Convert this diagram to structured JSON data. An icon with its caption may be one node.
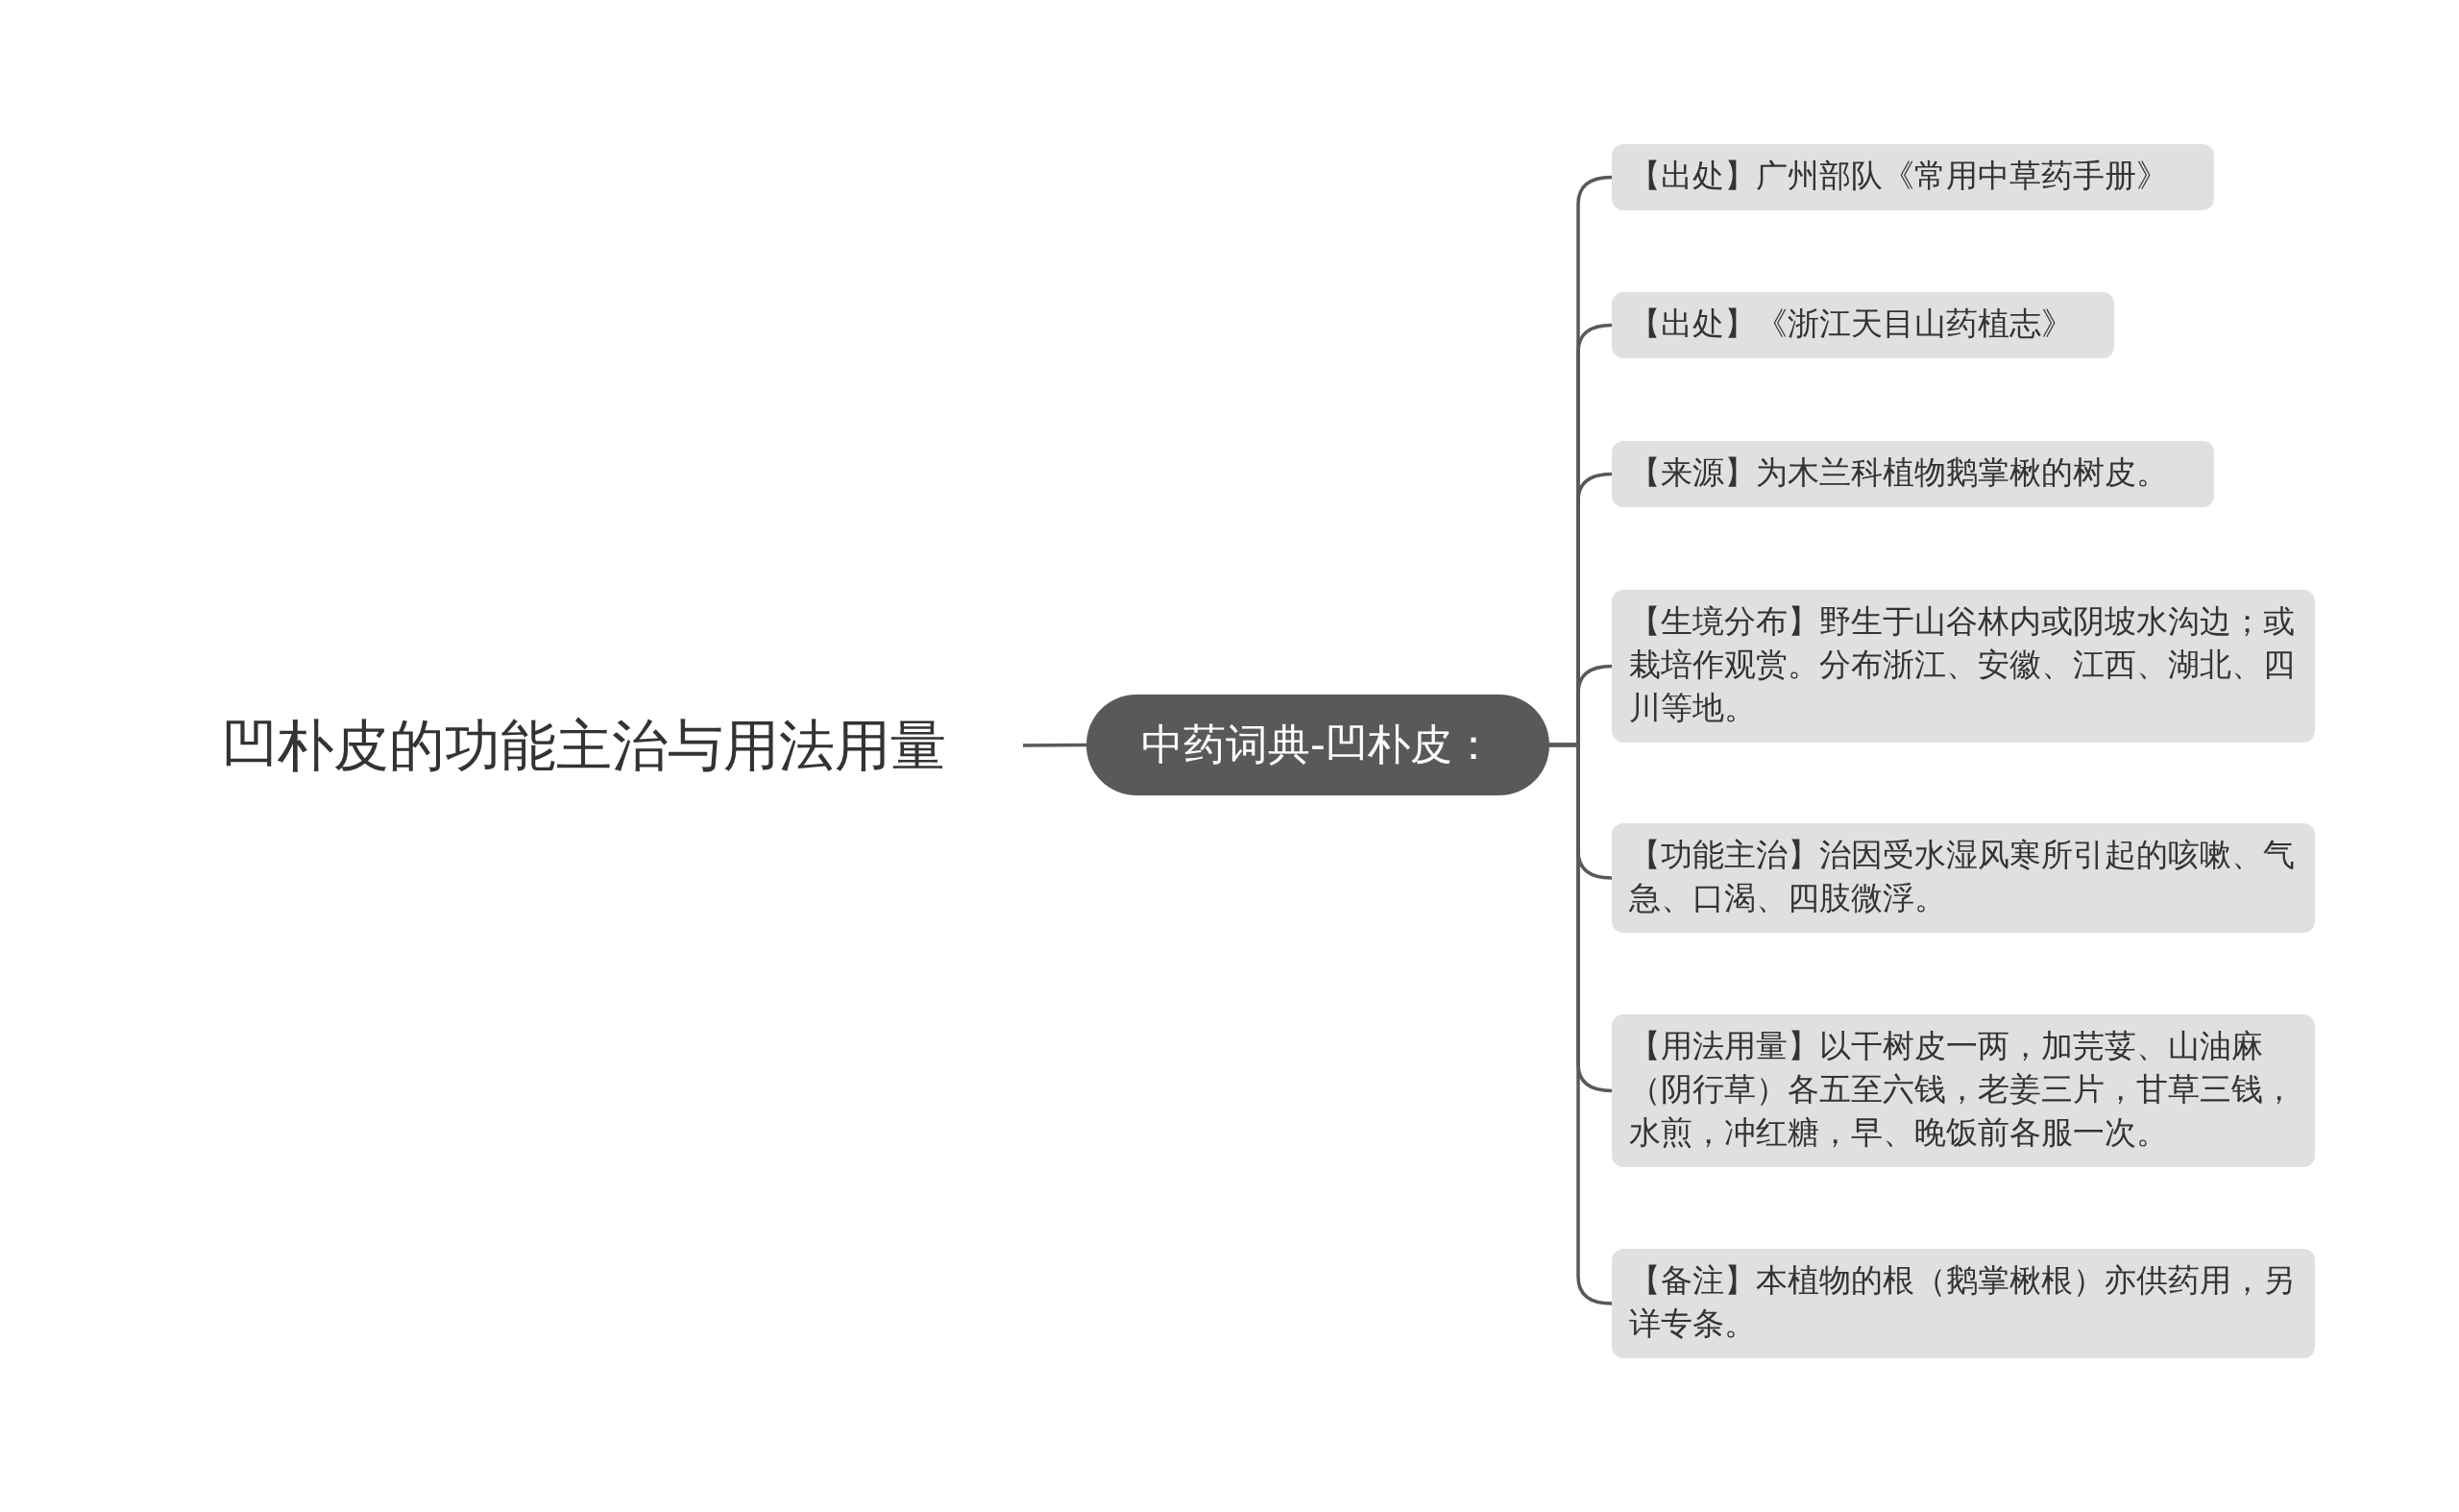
{
  "diagram": {
    "nodes": [
      {
        "text": [
          "凹朴皮的功能主治与用法用量"
        ]
      },
      {
        "text": [
          "中药词典-凹朴皮："
        ]
      },
      {
        "text": [
          "【出处】广州部队《常用中草药手册》"
        ]
      },
      {
        "text": [
          "【出处】《浙江天目山药植志》"
        ]
      },
      {
        "text": [
          "【来源】为木兰科植物鹅掌楸的树皮。"
        ]
      },
      {
        "text": [
          "【生境分布】野生于山谷林内或阴坡水沟边；或栽培作观赏。分布浙江、安徽、江西、湖北、四川等地。"
        ]
      },
      {
        "text": [
          "【功能主治】治因受水湿风寒所引起的咳嗽、气急、口渴、四肢微浮。"
        ]
      },
      {
        "text": [
          "【用法用量】以干树皮一两，加芫荽、山油麻（阴行草）各五至六钱，老姜三片，甘草三钱，水煎，冲红糖，早、晚饭前各服一次。"
        ]
      },
      {
        "text": [
          "【备注】本植物的根（鹅掌楸根）亦供药用，另详专条。"
        ]
      }
    ],
    "edges": [
      {
        "from": 0,
        "to": 1,
        "arrow": "none"
      },
      {
        "from": 1,
        "to": 2,
        "arrow": "none"
      },
      {
        "from": 1,
        "to": 3,
        "arrow": "none"
      },
      {
        "from": 1,
        "to": 4,
        "arrow": "none"
      },
      {
        "from": 1,
        "to": 5,
        "arrow": "none"
      },
      {
        "from": 1,
        "to": 6,
        "arrow": "none"
      },
      {
        "from": 1,
        "to": 7,
        "arrow": "none"
      },
      {
        "from": 1,
        "to": 8,
        "arrow": "none"
      }
    ]
  }
}
